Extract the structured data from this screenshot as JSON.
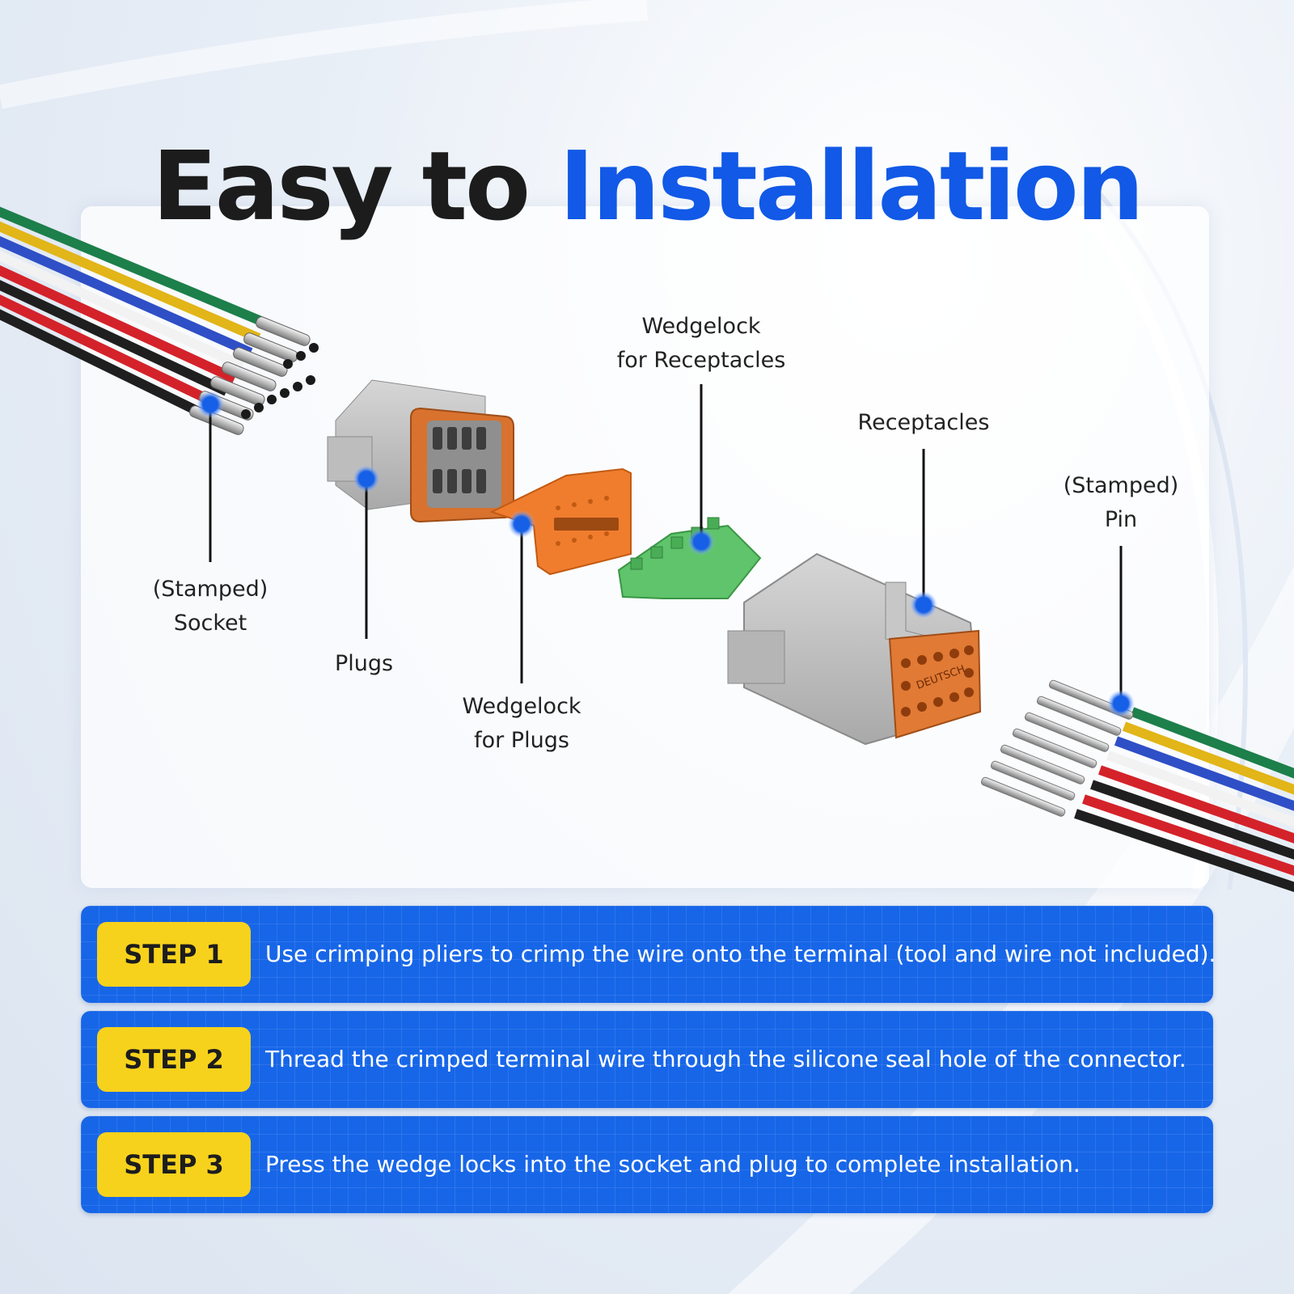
{
  "title": {
    "dark": "Easy to ",
    "blue": "Installation"
  },
  "colors": {
    "accent_blue": "#1159e6",
    "step_blue": "#1766e8",
    "badge_yellow": "#f7d21c",
    "marker_blue": "#1660e8"
  },
  "parts": {
    "socket": {
      "line1": "(Stamped)",
      "line2": "Socket",
      "icon": "stamped-socket-terminals"
    },
    "plugs": {
      "line1": "Plugs",
      "icon": "plug-connector"
    },
    "wedgelock_plugs": {
      "line1": "Wedgelock",
      "line2": "for Plugs",
      "icon": "orange-wedgelock"
    },
    "wedgelock_receptacles": {
      "line1": "Wedgelock",
      "line2": "for Receptacles",
      "icon": "green-wedgelock"
    },
    "receptacles": {
      "line1": "Receptacles",
      "icon": "receptacle-connector"
    },
    "pin": {
      "line1": "(Stamped)",
      "line2": "Pin",
      "icon": "stamped-pin-terminals"
    }
  },
  "receptacle_marking": "DEUTSCH",
  "wire_colors": [
    "#1d7f4a",
    "#e2b518",
    "#2f4fc6",
    "#f2f2f2",
    "#d4222a",
    "#1f1f1f"
  ],
  "steps": [
    {
      "label": "STEP 1",
      "text": "Use crimping pliers to crimp the wire onto the terminal (tool and wire not included)."
    },
    {
      "label": "STEP 2",
      "text": "Thread the crimped terminal wire through the silicone seal hole of the connector."
    },
    {
      "label": "STEP 3",
      "text": "Press the wedge locks into the socket and plug to complete installation."
    }
  ]
}
